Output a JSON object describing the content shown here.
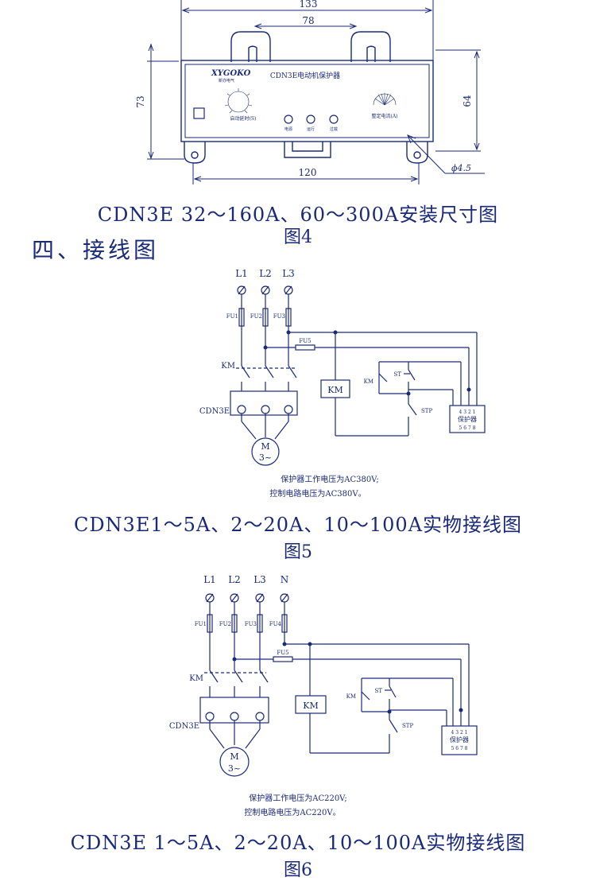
{
  "fig4": {
    "dim_width": "133",
    "dim_slot": "78",
    "dim_height_left": "73",
    "dim_height_right": "64",
    "dim_bottom": "120",
    "dim_hole": "ϕ4.5",
    "brand": "XYGOKO",
    "brand_sub": "新亦电气",
    "device_title": "CDN3E电动机保护器",
    "knob_left_label": "启动延时(S)",
    "knob_right_label": "整定电流(A)",
    "led_labels": [
      "电源",
      "运行",
      "过载"
    ],
    "caption": "CDN3E 32～160A、60～300A安装尺寸图",
    "number": "图4"
  },
  "section_title": "四、接线图",
  "fig5": {
    "phases": [
      "L1",
      "L2",
      "L3"
    ],
    "fuses": [
      "FU1",
      "FU2",
      "FU3"
    ],
    "fu5": "FU5",
    "km": "KM",
    "cdn": "CDN3E",
    "km_coil": "KM",
    "st": "ST",
    "stp": "STP",
    "motor_m": "M",
    "motor_3": "3~",
    "terminal_top": "4 3 2 1",
    "terminal_name": "保护器",
    "terminal_bottom": "5 6 7 8",
    "note1": "保护器工作电压为AC380V;",
    "note2": "控制电路电压为AC380V。",
    "caption": "CDN3E1～5A、2～20A、10～100A实物接线图",
    "number": "图5"
  },
  "fig6": {
    "phases": [
      "L1",
      "L2",
      "L3",
      "N"
    ],
    "fuses": [
      "FU1",
      "FU2",
      "FU3",
      "FU4"
    ],
    "fu5": "FU5",
    "km": "KM",
    "cdn": "CDN3E",
    "km_coil": "KM",
    "st": "ST",
    "stp": "STP",
    "motor_m": "M",
    "motor_3": "3~",
    "terminal_top": "4 3 2 1",
    "terminal_name": "保护器",
    "terminal_bottom": "5 6 7 8",
    "note1": "保护器工作电压为AC220V;",
    "note2": "控制电路电压为AC220V。",
    "caption": "CDN3E 1～5A、2～20A、10～100A实物接线图",
    "number": "图6"
  }
}
